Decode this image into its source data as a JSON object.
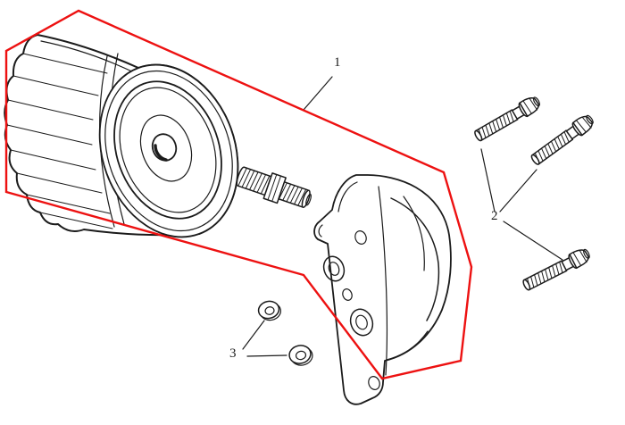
{
  "colors": {
    "line": "#1b1b1b",
    "accent": "#ed1111",
    "paper": "#ffffff"
  },
  "diagram": {
    "callouts": [
      {
        "label": "1"
      },
      {
        "label": "2"
      },
      {
        "label": "3"
      }
    ]
  }
}
